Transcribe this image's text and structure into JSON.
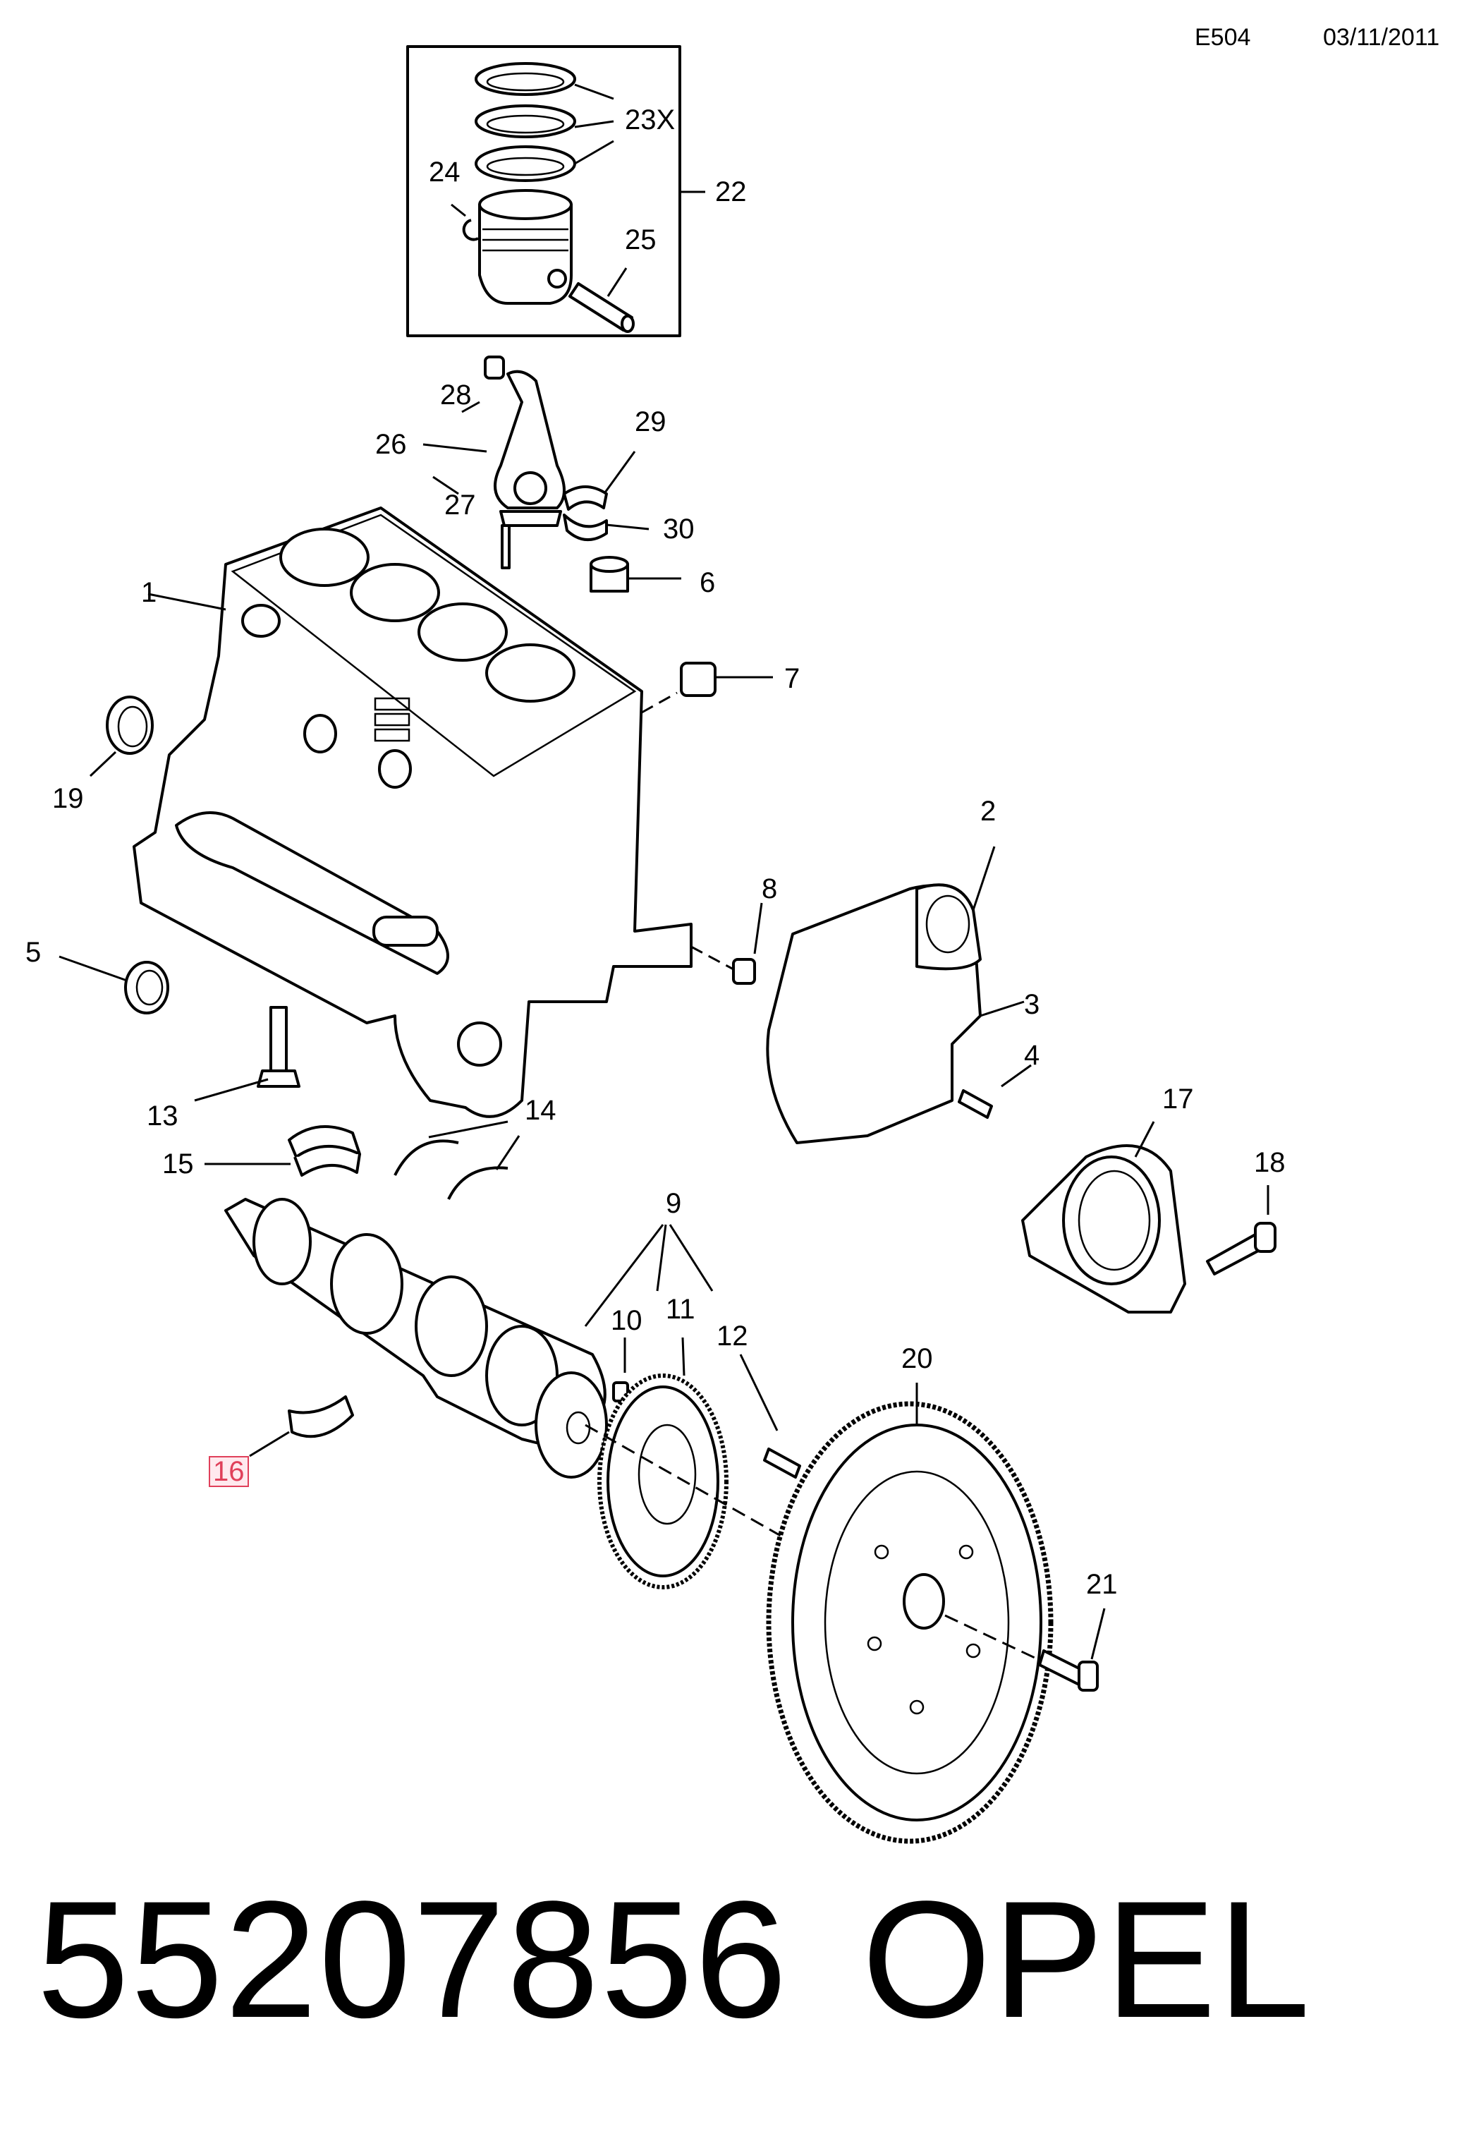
{
  "header": {
    "code": "E504",
    "date": "03/11/2011"
  },
  "callouts": {
    "c1": "1",
    "c2": "2",
    "c3": "3",
    "c4": "4",
    "c5": "5",
    "c6": "6",
    "c7": "7",
    "c8": "8",
    "c9": "9",
    "c10": "10",
    "c11": "11",
    "c12": "12",
    "c13": "13",
    "c14": "14",
    "c15": "15",
    "c16": "16",
    "c17": "17",
    "c18": "18",
    "c19": "19",
    "c20": "20",
    "c21": "21",
    "c22": "22",
    "c23": "23X",
    "c24": "24",
    "c25": "25",
    "c26": "26",
    "c27": "27",
    "c28": "28",
    "c29": "29",
    "c30": "30"
  },
  "highlighted_callout": "16",
  "footer": {
    "part_number": "55207856",
    "brand": "OPEL"
  }
}
